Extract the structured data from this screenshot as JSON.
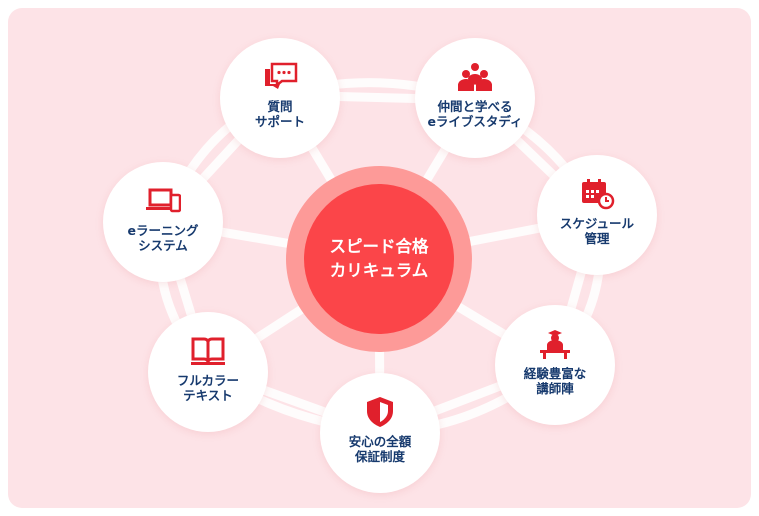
{
  "center": {
    "line1": "スピード合格",
    "line2": "カリキュラム"
  },
  "features": [
    {
      "icon": "chat-bubbles-icon",
      "line1": "質問",
      "line2": "サポート"
    },
    {
      "icon": "group-people-icon",
      "line1": "仲間と学べる",
      "line2": "eライブスタディ"
    },
    {
      "icon": "calendar-clock-icon",
      "line1": "スケジュール",
      "line2": "管理"
    },
    {
      "icon": "lecturer-icon",
      "line1": "経験豊富な",
      "line2": "講師陣"
    },
    {
      "icon": "shield-icon",
      "line1": "安心の全額",
      "line2": "保証制度"
    },
    {
      "icon": "open-book-icon",
      "line1": "フルカラー",
      "line2": "テキスト"
    },
    {
      "icon": "laptop-phone-icon",
      "line1": "eラーニング",
      "line2": "システム"
    }
  ],
  "colors": {
    "background": "#fde3e7",
    "accent": "#e0202c",
    "text": "#173a6e",
    "core": "#fb4549",
    "core_ring": "#fd9a98"
  }
}
